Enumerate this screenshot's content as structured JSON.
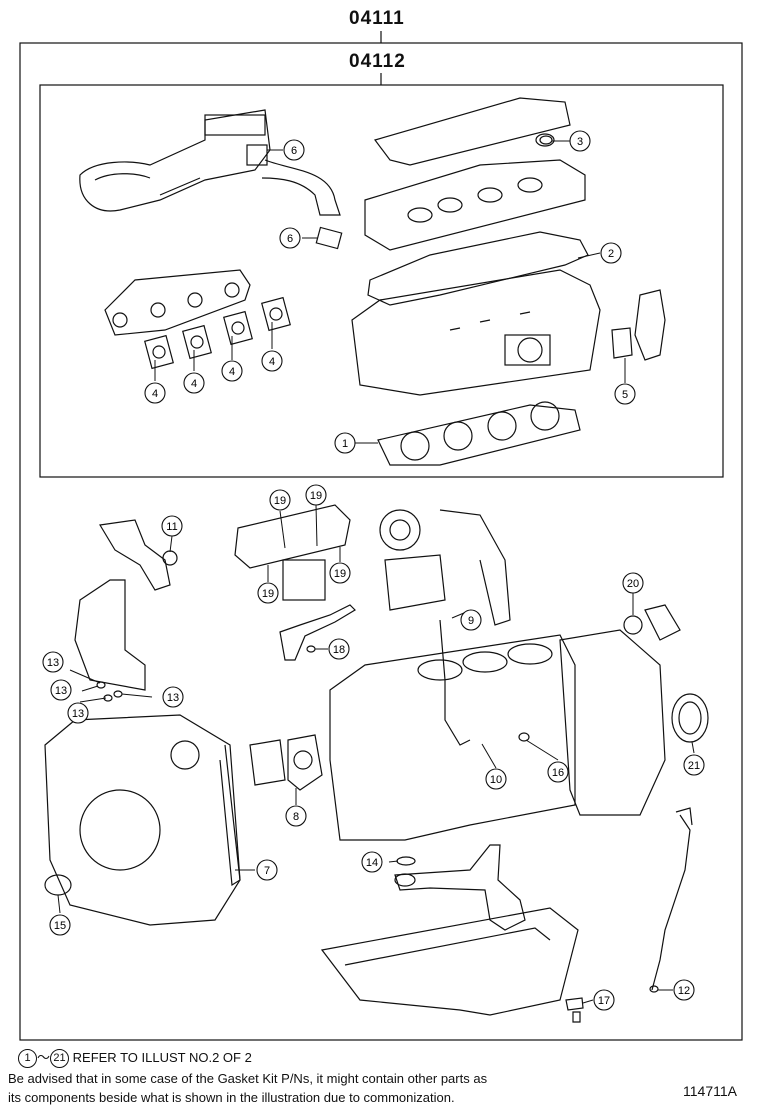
{
  "assembly_numbers": {
    "outer": "04111",
    "inner": "04112"
  },
  "callouts": [
    "1",
    "2",
    "3",
    "4",
    "4",
    "4",
    "4",
    "5",
    "6",
    "6",
    "7",
    "8",
    "9",
    "10",
    "11",
    "12",
    "13",
    "13",
    "13",
    "13",
    "14",
    "15",
    "16",
    "17",
    "18",
    "19",
    "19",
    "19",
    "19",
    "20",
    "21"
  ],
  "footer": {
    "range_start": "1",
    "range_sep": "～",
    "range_end": "21",
    "range_note": "REFER TO ILLUST NO.2 OF 2",
    "advisory_line1": "Be advised that in some case of the Gasket Kit P/Ns,  it might contain other parts as",
    "advisory_line2": "its components beside what is shown in the illustration due to commonization."
  },
  "figure_id": "114711A"
}
